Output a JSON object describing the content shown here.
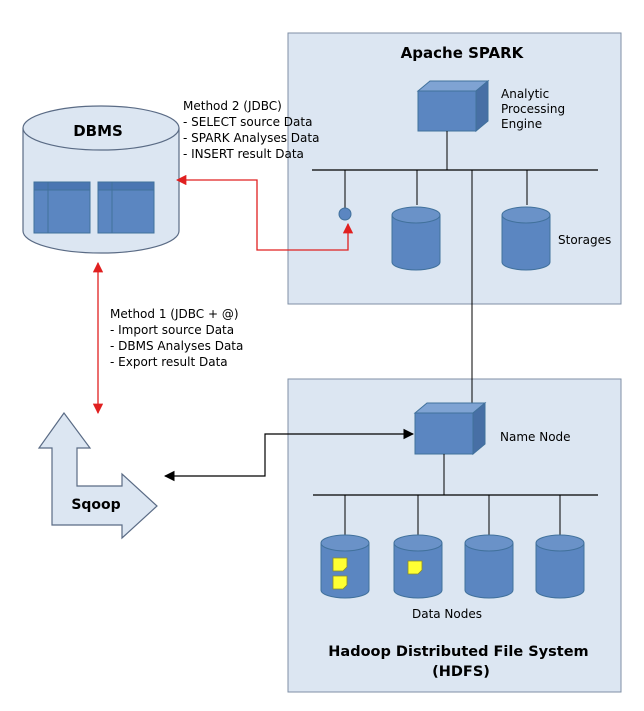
{
  "colors": {
    "panel_fill": "#dce6f2",
    "panel_stroke": "#7f8fa6",
    "shape_fill": "#5b86c1",
    "shape_stroke": "#41719c",
    "data_arrow": "#e02020",
    "line": "#000000",
    "note_fill": "#ffff33"
  },
  "spark": {
    "title": "Apache SPARK",
    "engine_label_lines": [
      "Analytic",
      "Processing",
      "Engine"
    ],
    "storages_label": "Storages"
  },
  "hdfs": {
    "title_lines": [
      "Hadoop Distributed File System",
      "(HDFS)"
    ],
    "name_node_label": "Name Node",
    "data_nodes_label": "Data Nodes"
  },
  "dbms": {
    "label": "DBMS"
  },
  "sqoop": {
    "label": "Sqoop"
  },
  "method2": {
    "lines": [
      "Method 2 (JDBC)",
      "- SELECT source Data",
      "- SPARK Analyses Data",
      "- INSERT result Data"
    ]
  },
  "method1": {
    "lines": [
      "Method 1 (JDBC + @)",
      "- Import source Data",
      "- DBMS Analyses Data",
      "- Export result Data"
    ]
  }
}
